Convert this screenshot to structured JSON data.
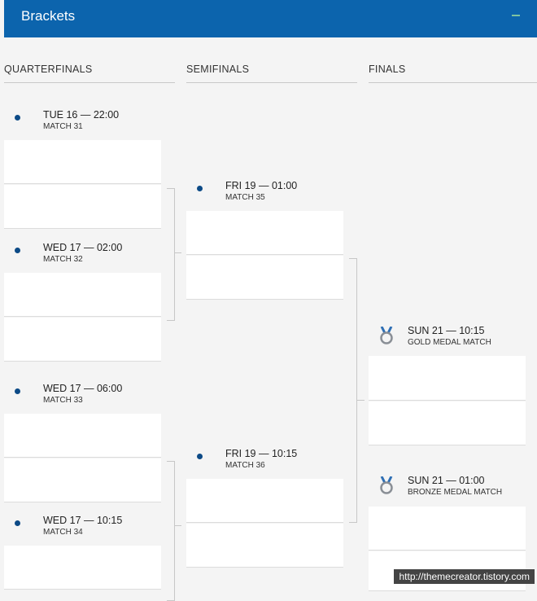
{
  "header": {
    "title": "Brackets",
    "collapse_label": "–"
  },
  "columns": [
    "QUARTERFINALS",
    "SEMIFINALS",
    "FINALS"
  ],
  "quarterfinals": [
    {
      "time": "TUE 16 — 22:00",
      "match": "MATCH 31"
    },
    {
      "time": "WED 17 — 02:00",
      "match": "MATCH 32"
    },
    {
      "time": "WED 17 — 06:00",
      "match": "MATCH 33"
    },
    {
      "time": "WED 17 — 10:15",
      "match": "MATCH 34"
    }
  ],
  "semifinals": [
    {
      "time": "FRI 19 — 01:00",
      "match": "MATCH 35"
    },
    {
      "time": "FRI 19 — 10:15",
      "match": "MATCH 36"
    }
  ],
  "finals": [
    {
      "time": "SUN 21 — 10:15",
      "match": "GOLD MEDAL MATCH",
      "medal": "gold-medal-icon"
    },
    {
      "time": "SUN 21 — 01:00",
      "match": "BRONZE MEDAL MATCH",
      "medal": "bronze-medal-icon"
    }
  ],
  "watermark": "http://themecreator.tistory.com",
  "colors": {
    "header": "#0c64ad",
    "dot": "#0c4a86",
    "medal_ribbon": "#2f6fb4",
    "medal": "#8a8f96"
  }
}
